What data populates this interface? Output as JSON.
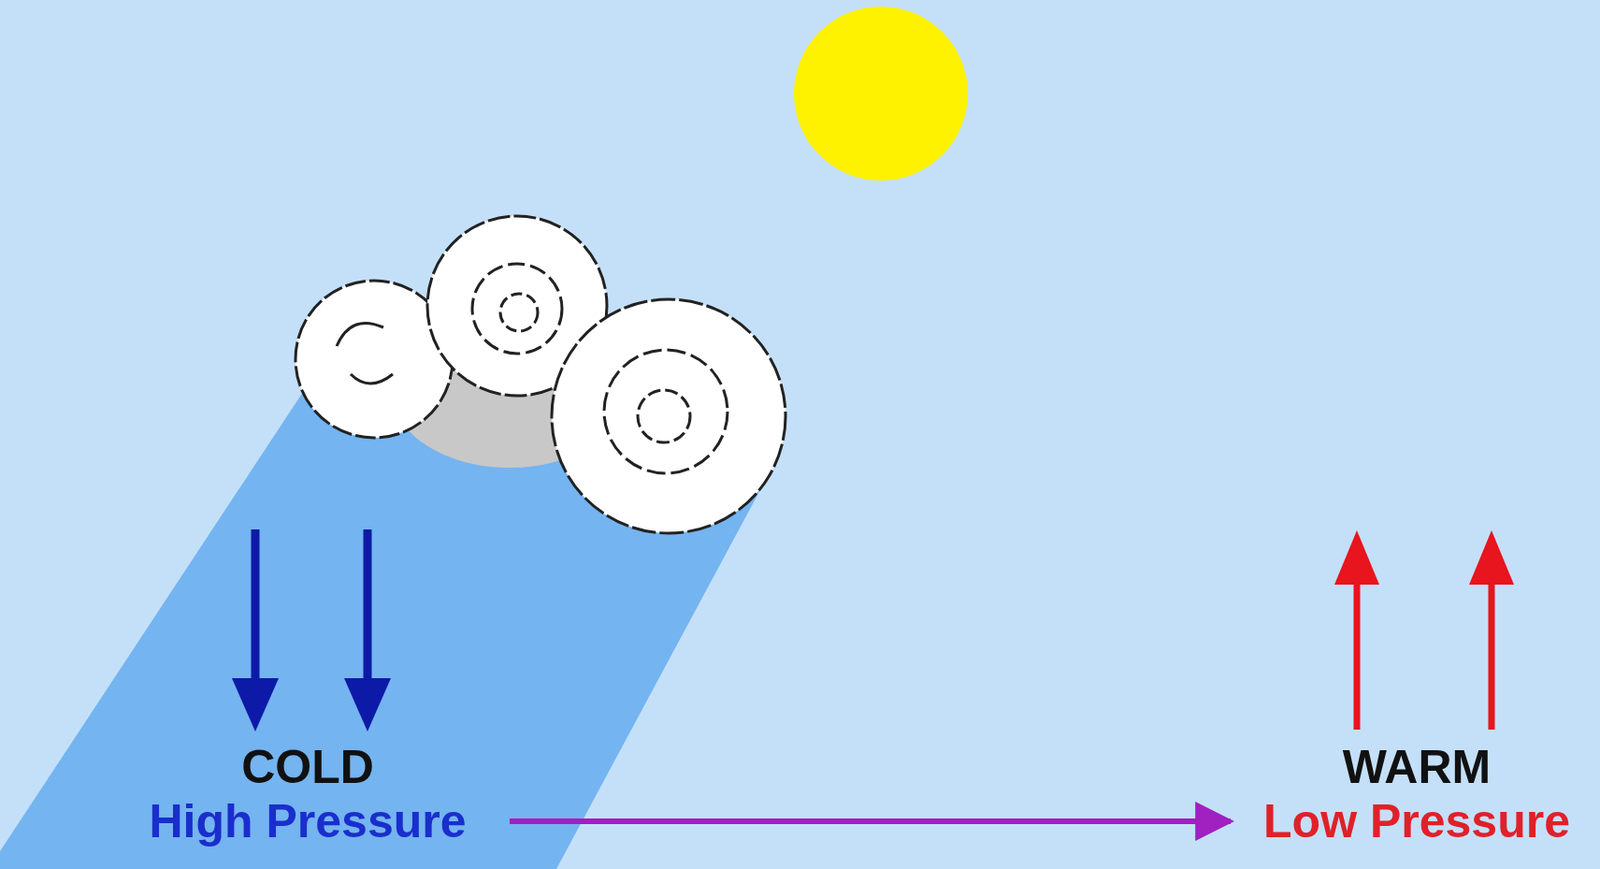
{
  "diagram": {
    "nodes": [
      {
        "text": [
          "COLD",
          "High Pressure"
        ]
      },
      {
        "text": [
          "WARM",
          "Low Pressure"
        ]
      }
    ],
    "edges": [
      {
        "from": 0,
        "to": 1,
        "arrow": "to"
      }
    ]
  }
}
